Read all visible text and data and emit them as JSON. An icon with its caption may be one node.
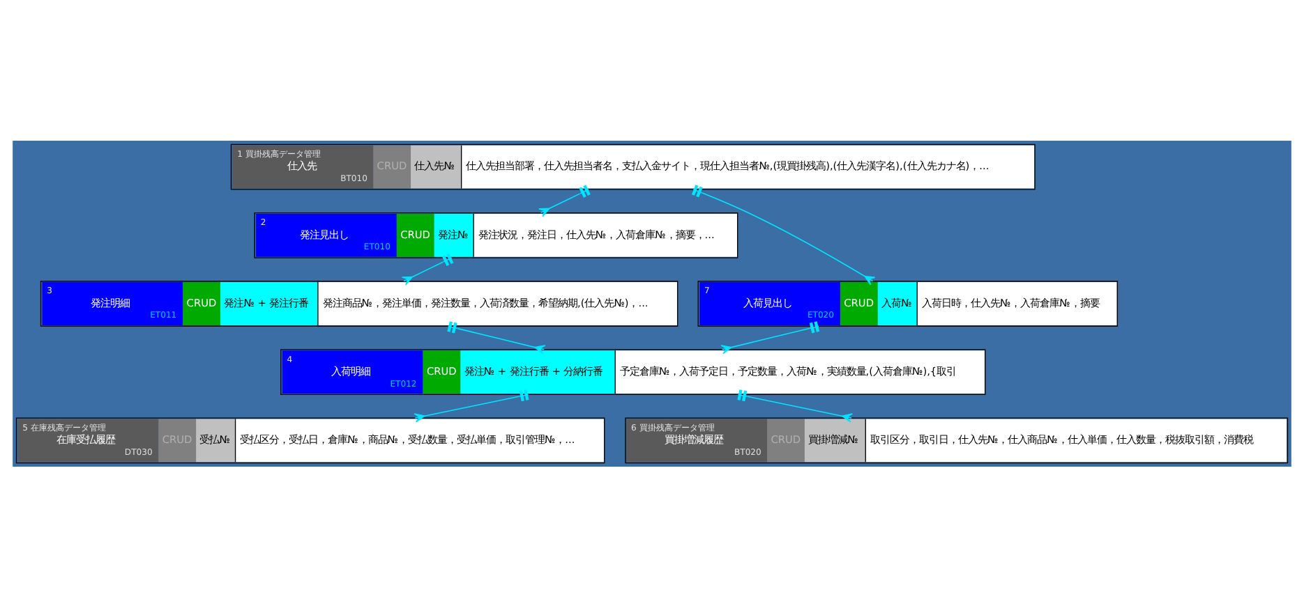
{
  "diagram": {
    "nodes": [
      {
        "text": [
          "1",
          "買掛残高データ管理",
          "仕入先",
          "BT010",
          "CRUD",
          "仕入先№",
          "仕入先担当部署，仕入先担当者名，支払入金サイト，現仕入担当者№,(現買掛残高),(仕入先漢字名),(仕入先カナ名)，..."
        ]
      },
      {
        "text": [
          "2",
          "発注見出し",
          "ET010",
          "CRUD",
          "発注№",
          "発注状況，発注日，仕入先№，入荷倉庫№，摘要，..."
        ]
      },
      {
        "text": [
          "3",
          "発注明細",
          "ET011",
          "CRUD",
          "発注№ + 発注行番",
          "発注商品№，発注単価，発注数量，入荷済数量，希望納期,(仕入先№)，..."
        ]
      },
      {
        "text": [
          "4",
          "入荷明細",
          "ET012",
          "CRUD",
          "発注№ + 発注行番 + 分納行番",
          "予定倉庫№，入荷予定日，予定数量，入荷№，実績数量,(入荷倉庫№),{取引"
        ]
      },
      {
        "text": [
          "5",
          "在庫残高データ管理",
          "在庫受払履歴",
          "DT030",
          "CRUD",
          "受払№",
          "受払区分，受払日，倉庫№，商品№，受払数量，受払単価，取引管理№，..."
        ]
      },
      {
        "text": [
          "6",
          "買掛残高データ管理",
          "買掛増減履歴",
          "BT020",
          "CRUD",
          "買掛増減№",
          "取引区分，取引日，仕入先№，仕入商品№，仕入単価，仕入数量，税抜取引額，消費税"
        ]
      },
      {
        "text": [
          "7",
          "入荷見出し",
          "ET020",
          "CRUD",
          "入荷№",
          "入荷日時，仕入先№，入荷倉庫№，摘要"
        ]
      }
    ],
    "edges": [
      {
        "from": 0,
        "to": 1,
        "arrow": "other"
      },
      {
        "from": 0,
        "to": 6,
        "arrow": "other"
      },
      {
        "from": 1,
        "to": 2,
        "arrow": "other"
      },
      {
        "from": 2,
        "to": 3,
        "arrow": "other"
      },
      {
        "from": 6,
        "to": 3,
        "arrow": "other"
      },
      {
        "from": 3,
        "to": 4,
        "arrow": "other"
      },
      {
        "from": 3,
        "to": 5,
        "arrow": "other"
      }
    ]
  }
}
